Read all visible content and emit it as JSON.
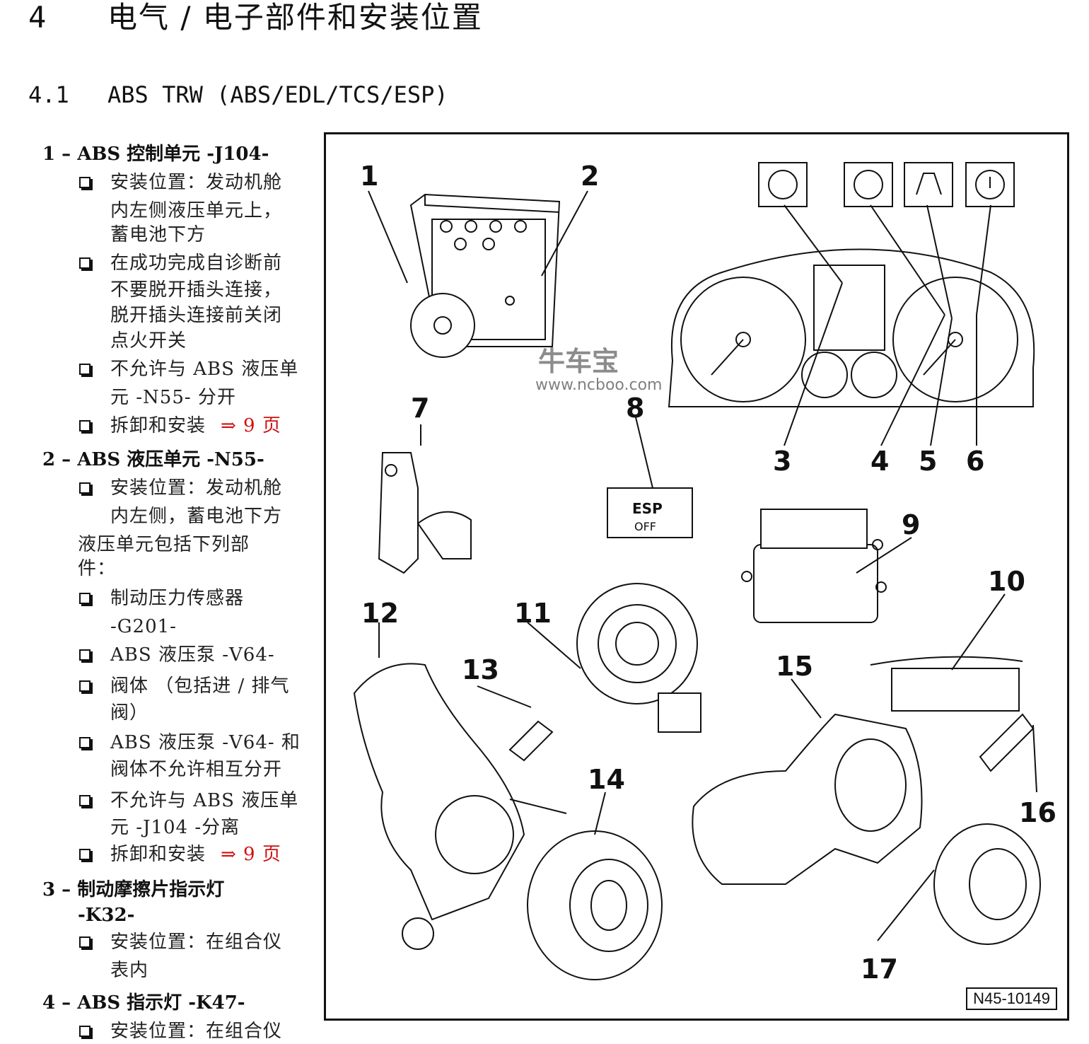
{
  "chapter": {
    "number": "4",
    "title": "电气 / 电子部件和安装位置"
  },
  "section": {
    "number": "4.1",
    "title": "ABS TRW (ABS/EDL/TCS/ESP)"
  },
  "items": [
    {
      "heading": "1 – ABS 控制单元 -J104-",
      "lines": [
        "安装位置：发动机舱",
        "内左侧液压单元上，",
        "蓄电池下方",
        "在成功完成自诊断前",
        "不要脱开插头连接，",
        "脱开插头连接前关闭",
        "点火开关",
        "不允许与 ABS 液压单",
        "元 -N55- 分开",
        "拆卸和安装",
        "⇒ 9 页"
      ]
    },
    {
      "heading": "2 – ABS 液压单元 -N55-",
      "lines": [
        "安装位置：发动机舱",
        "内左侧，蓄电池下方",
        "液压单元包括下列部",
        "件：",
        "制动压力传感器",
        "-G201-",
        "ABS 液压泵 -V64-",
        "阀体 （包括进 / 排气",
        "阀）",
        "ABS 液压泵 -V64- 和",
        "阀体不允许相互分开",
        "不允许与 ABS 液压单",
        "元 -J104 -分离",
        "拆卸和安装",
        "⇒ 9 页"
      ]
    },
    {
      "heading": "3 – 制动摩擦片指示灯",
      "heading_cont": "-K32-",
      "lines": [
        "安装位置：在组合仪",
        "表内"
      ]
    },
    {
      "heading": "4 – ABS 指示灯 -K47-",
      "lines": [
        "安装位置：在组合仪"
      ]
    }
  ],
  "figure": {
    "callouts": [
      "1",
      "2",
      "3",
      "4",
      "5",
      "6",
      "7",
      "8",
      "9",
      "10",
      "11",
      "12",
      "13",
      "14",
      "15",
      "16",
      "17"
    ],
    "switch_label_top": "ESP",
    "switch_label_bottom": "OFF",
    "code": "N45-10149",
    "watermark_text": "牛车宝",
    "watermark_url": "www.ncboo.com"
  }
}
